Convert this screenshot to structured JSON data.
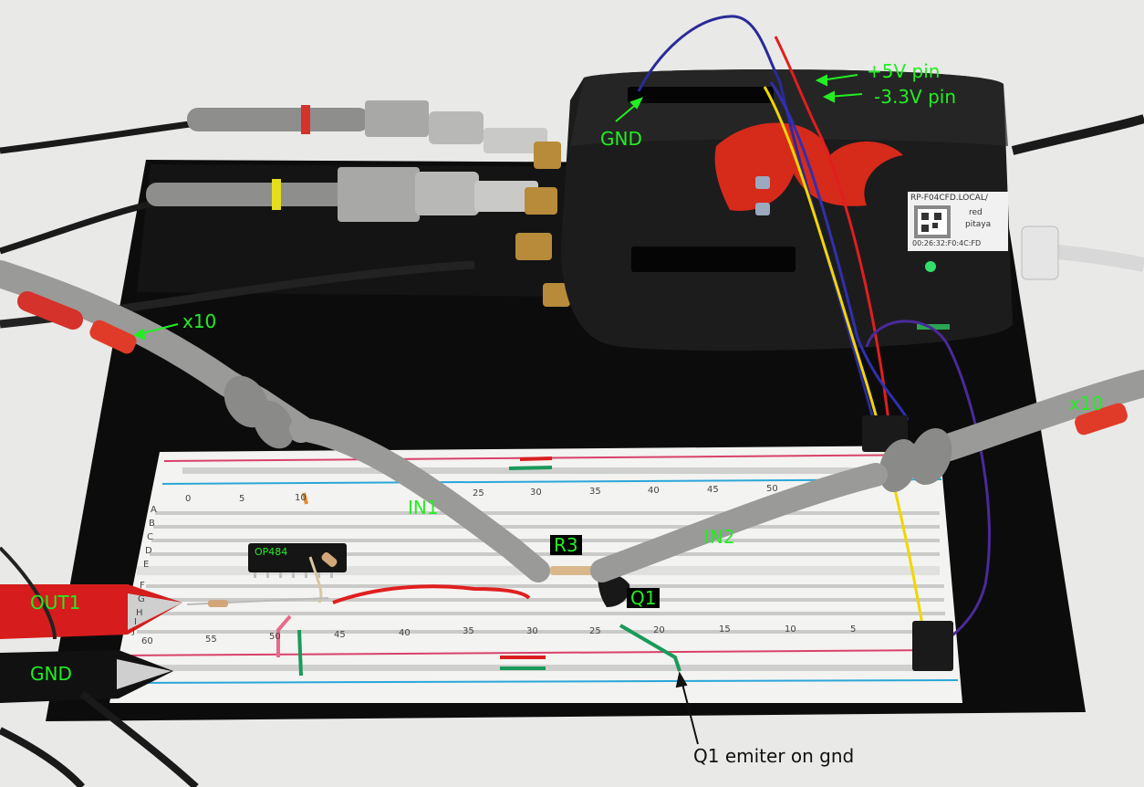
{
  "labels": {
    "plus5v": "+5V pin",
    "minus33v": "-3.3V pin",
    "gnd_top": "GND",
    "x10_left": "x10",
    "x10_right": "x10",
    "in1": "IN1",
    "in2": "IN2",
    "r3": "R3",
    "q1": "Q1",
    "op484": "OP484",
    "out1": "OUT1",
    "gnd_clip": "GND",
    "q1_emitter": "Q1 emiter on gnd"
  },
  "device": {
    "hostname": "RP-F04CFD.LOCAL/",
    "mac": "00:26:32:F0:4C:FD",
    "brand_line1": "red",
    "brand_line2": "pitaya"
  },
  "breadboard": {
    "top_numbers": [
      "0",
      "5",
      "10",
      "25",
      "30",
      "35",
      "40",
      "45",
      "50"
    ],
    "bottom_numbers": [
      "60",
      "55",
      "50",
      "45",
      "40",
      "35",
      "30",
      "25",
      "20",
      "15",
      "10",
      "5"
    ],
    "row_letters_left": [
      "A",
      "B",
      "C",
      "D",
      "E",
      "F",
      "G",
      "H",
      "I",
      "J"
    ]
  },
  "colors": {
    "annotation_green": "#22ee22",
    "wire_red": "#e01f1f",
    "wire_yellow": "#f2d600",
    "wire_blue": "#2a2a9a",
    "wire_purple": "#4a2a9a",
    "probe_gray": "#9a9a98",
    "board_black": "#0c0c0c"
  }
}
